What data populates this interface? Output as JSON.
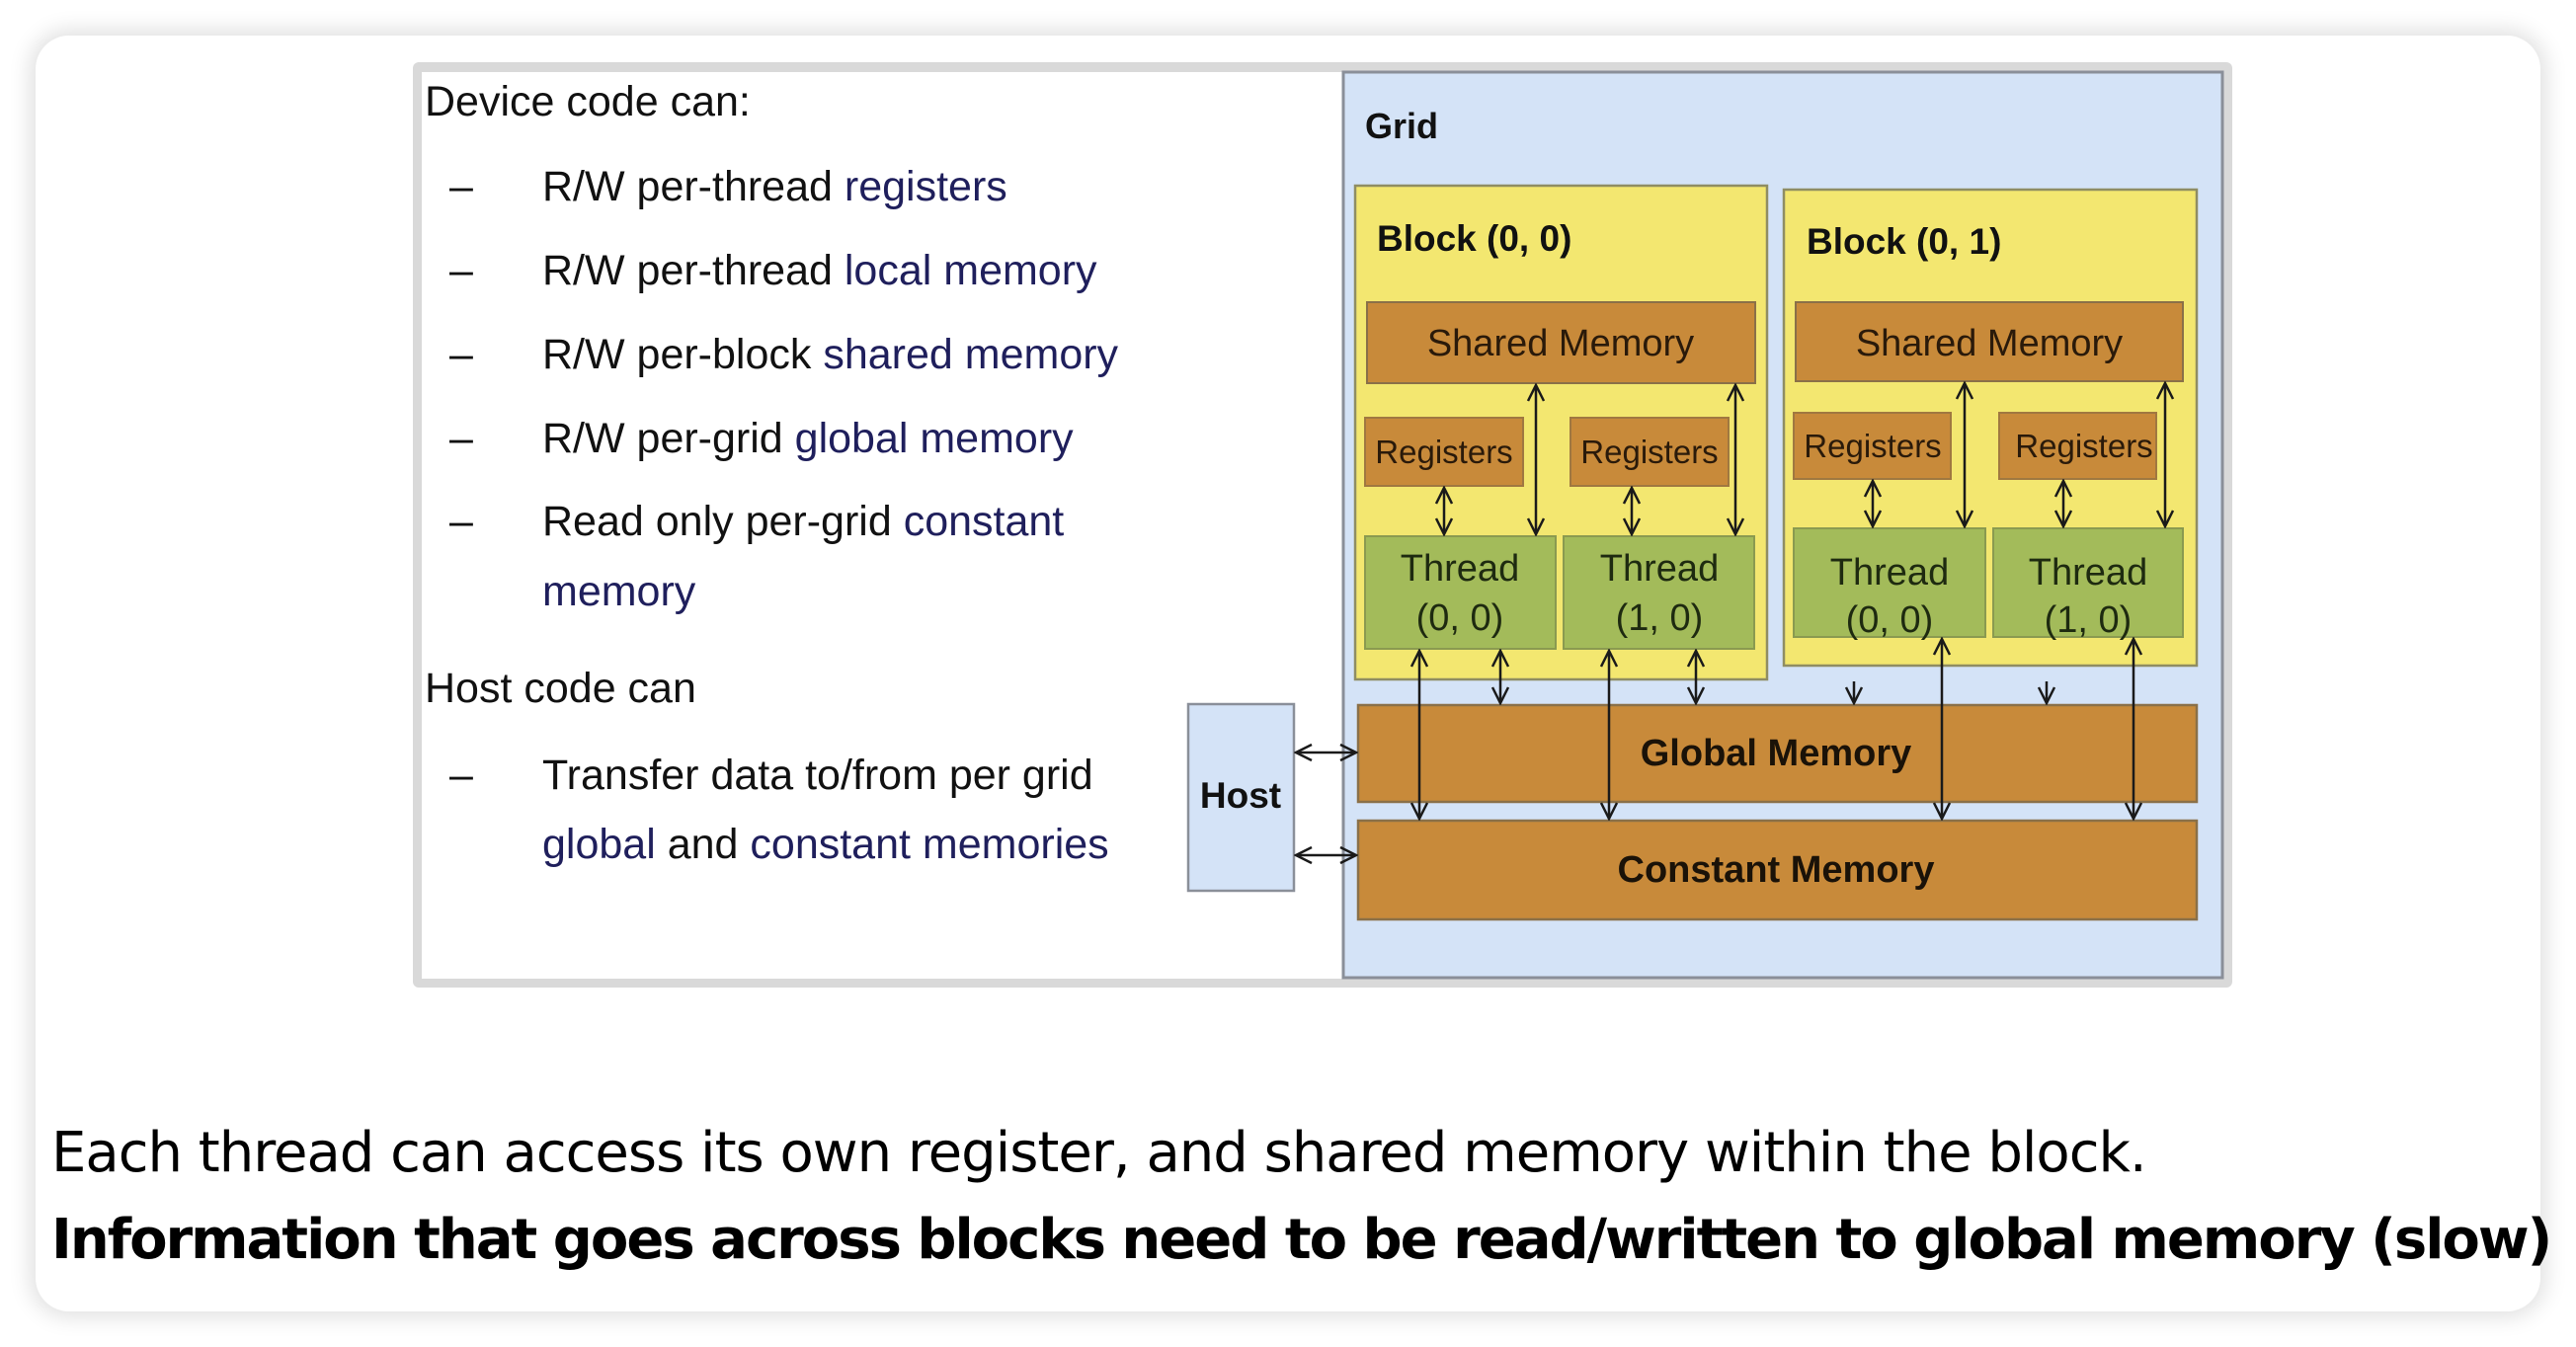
{
  "left_panel": {
    "device_heading": "Device code can:",
    "device_items": [
      {
        "bullet": "–",
        "plain": "R/W per-thread ",
        "highlight": "registers"
      },
      {
        "bullet": "–",
        "plain": "R/W per-thread ",
        "highlight": "local memory"
      },
      {
        "bullet": "–",
        "plain": "R/W per-block ",
        "highlight": "shared memory"
      },
      {
        "bullet": "–",
        "plain": "R/W per-grid ",
        "highlight": "global memory"
      },
      {
        "bullet": "–",
        "plain": "Read only per-grid ",
        "highlight": "constant",
        "continuation": "memory"
      }
    ],
    "host_heading": "Host code can",
    "host_items": [
      {
        "bullet": "–",
        "line1": "Transfer data to/from per grid",
        "line2_a": "global",
        "line2_b": " and ",
        "line2_c": "constant memories"
      }
    ]
  },
  "diagram": {
    "grid_label": "Grid",
    "host_label": "Host",
    "global_memory_label": "Global Memory",
    "constant_memory_label": "Constant Memory",
    "blocks": [
      {
        "label": "Block (0, 0)",
        "shared_memory_label": "Shared Memory",
        "registers": [
          "Registers",
          "Registers"
        ],
        "threads": [
          {
            "line1": "Thread",
            "line2": "(0, 0)"
          },
          {
            "line1": "Thread",
            "line2": "(1, 0)"
          }
        ]
      },
      {
        "label": "Block (0, 1)",
        "shared_memory_label": "Shared Memory",
        "registers": [
          "Registers",
          "Registers"
        ],
        "threads": [
          {
            "line1": "Thread",
            "line2": "(0, 0)"
          },
          {
            "line1": "Thread",
            "line2": "(1, 0)"
          }
        ]
      }
    ],
    "colors": {
      "grid_bg": "#d4e3f7",
      "block_bg": "#f3e770",
      "memory_bg": "#c88a3a",
      "thread_bg": "#a3bb5a",
      "host_bg": "#d4e3f7",
      "highlight_text": "#1f1f5c"
    }
  },
  "caption": {
    "line1": "Each thread can access its own register, and shared memory within the block.",
    "line2": "Information that goes across blocks need to be read/written to global memory (slow)"
  }
}
